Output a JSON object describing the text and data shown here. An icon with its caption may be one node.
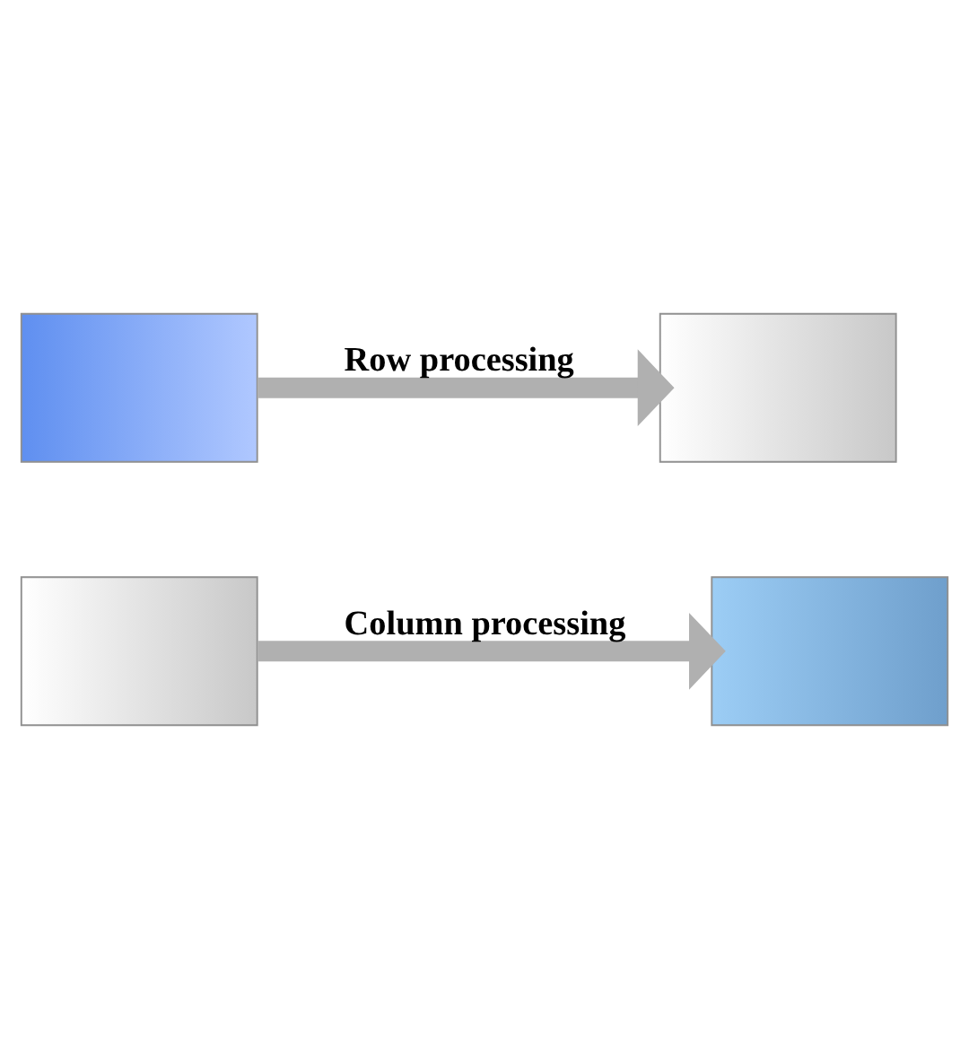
{
  "diagram": {
    "nodes": [
      {
        "text": [],
        "shape": "box"
      },
      {
        "text": [],
        "shape": "box"
      },
      {
        "text": [],
        "shape": "box"
      },
      {
        "text": [],
        "shape": "box"
      }
    ],
    "edges": [
      {
        "from": 0,
        "to": 1,
        "arrow": "to",
        "label": "Row processing"
      },
      {
        "from": 2,
        "to": 3,
        "arrow": "to",
        "label": "Column processing"
      }
    ]
  }
}
